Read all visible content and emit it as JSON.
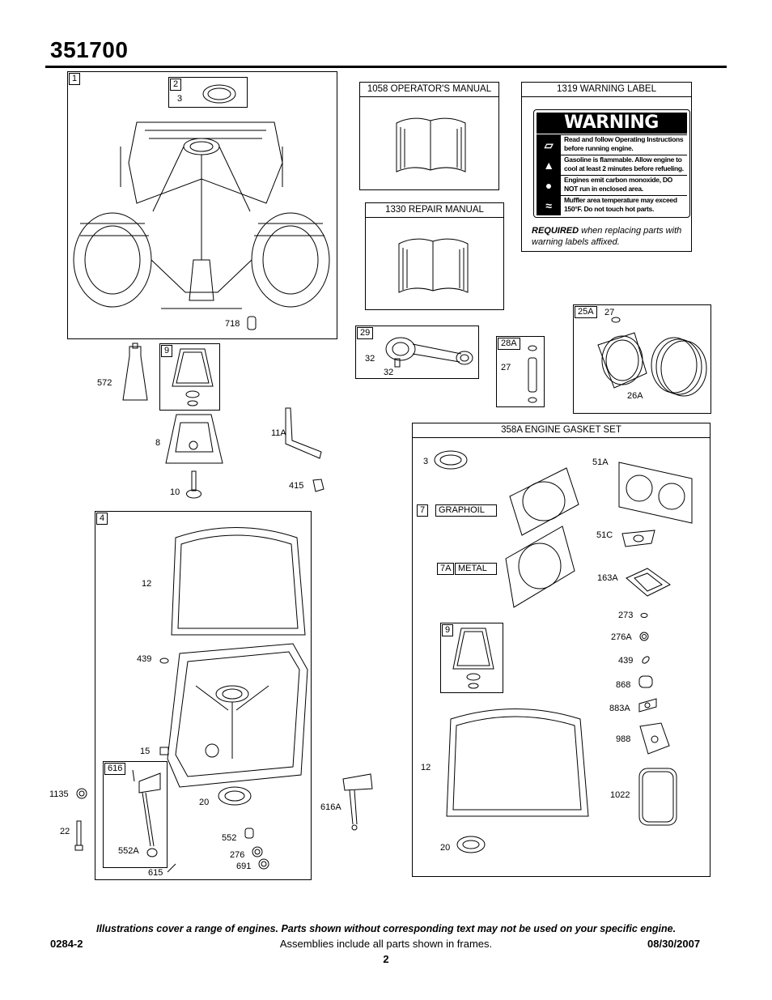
{
  "page": {
    "title": "351700",
    "footer_note": "Illustrations cover a range of engines. Parts shown without corresponding text may not be used on your specific engine.",
    "footer_left": "0284-2",
    "footer_center": "Assemblies include all parts shown in frames.",
    "footer_right": "08/30/2007",
    "page_number": "2"
  },
  "frames": {
    "cylinder": {
      "num": "1",
      "sub_num": "2",
      "sub_part": "3",
      "part_718": "718"
    },
    "operators_manual": "1058 OPERATOR'S MANUAL",
    "repair_manual": "1330 REPAIR MANUAL",
    "warning_label": {
      "title": "1319 WARNING LABEL",
      "logo_word": "WARNING",
      "rows": [
        "Read and follow Operating Instructions before running engine.",
        "Gasoline is flammable. Allow engine to cool at least 2 minutes before refueling.",
        "Engines emit carbon monoxide, DO NOT run in enclosed area.",
        "Muffler area temperature may exceed 150°F. Do not touch hot parts."
      ],
      "required_bold": "REQUIRED",
      "required_rest": " when replacing parts with warning labels affixed."
    },
    "rod": {
      "num": "29",
      "p1": "32",
      "p2": "32"
    },
    "pin": {
      "num": "28A",
      "p1": "27"
    },
    "piston": {
      "num": "25A",
      "p1": "27",
      "p2": "26A"
    },
    "breather": {
      "num": "9"
    },
    "sump": {
      "num": "4",
      "parts": {
        "p12": "12",
        "p439": "439",
        "p15": "15",
        "p20": "20",
        "p552": "552",
        "p276": "276",
        "p691": "691",
        "p615": "615"
      }
    },
    "governor": {
      "num": "616",
      "p552a": "552A"
    },
    "gasket_set": {
      "title": "358A ENGINE GASKET SET",
      "graphoil_num": "7",
      "graphoil": "GRAPHOIL",
      "metal_num": "7A",
      "metal": "METAL",
      "breather_num": "9",
      "parts": {
        "p3": "3",
        "p51a": "51A",
        "p51c": "51C",
        "p163a": "163A",
        "p273": "273",
        "p276a": "276A",
        "p439": "439",
        "p868": "868",
        "p883a": "883A",
        "p988": "988",
        "p1022": "1022",
        "p12": "12",
        "p20": "20"
      }
    }
  },
  "loose_parts": {
    "p572": "572",
    "p8": "8",
    "p11a": "11A",
    "p10": "10",
    "p415": "415",
    "p1135": "1135",
    "p22": "22",
    "p616a": "616A"
  }
}
